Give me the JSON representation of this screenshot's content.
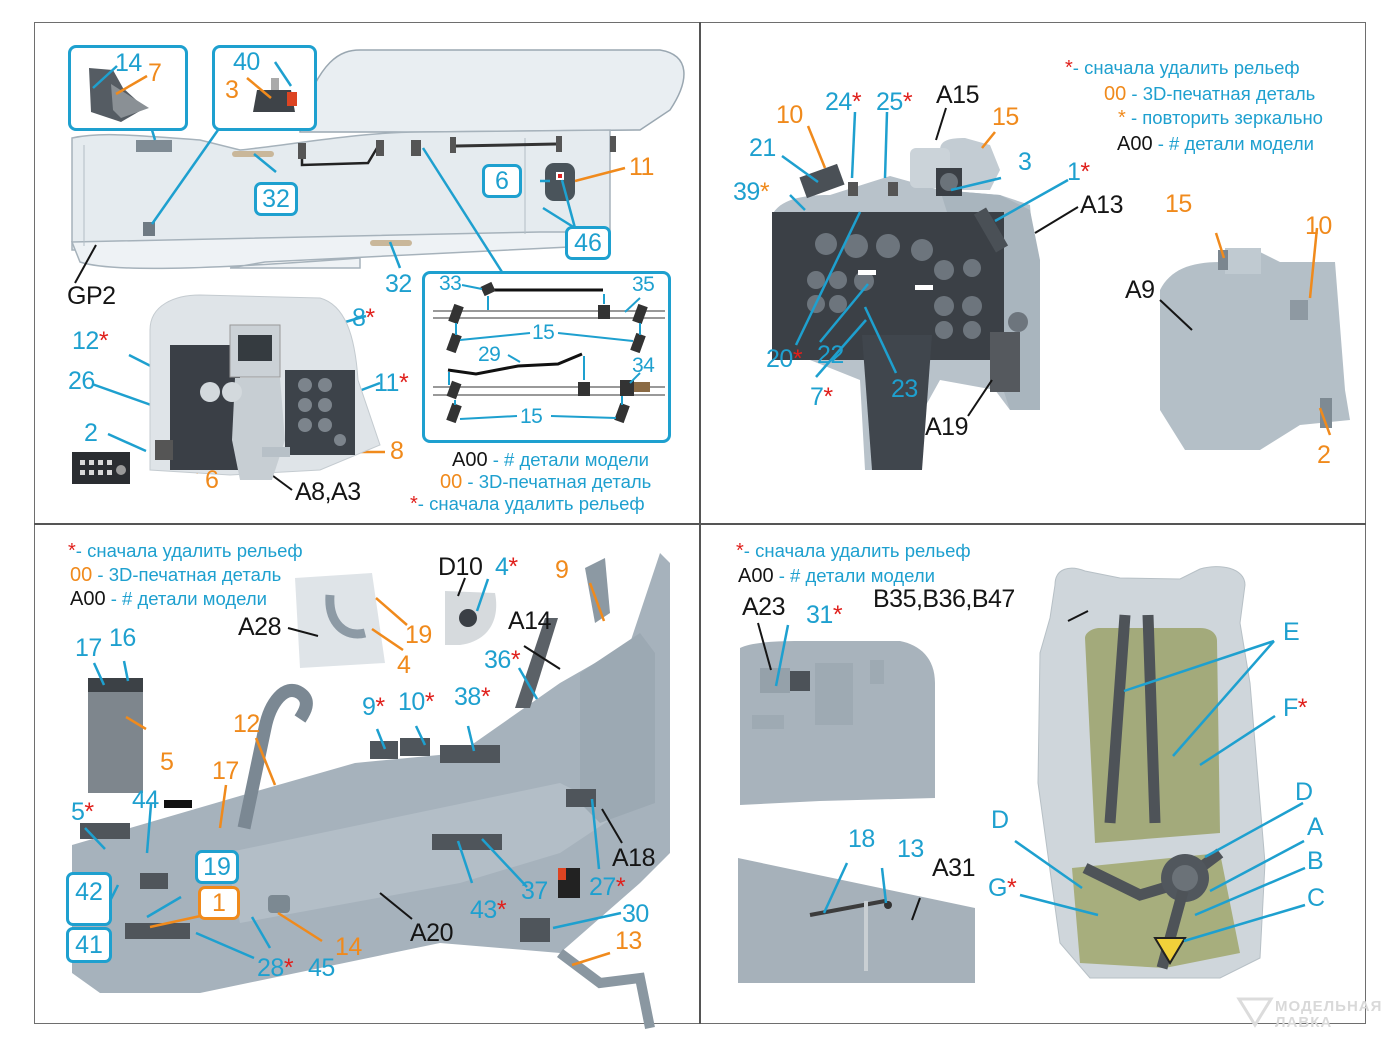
{
  "legend": {
    "remove_relief": "- сначала удалить рельеф",
    "printed_part_key": "00",
    "printed_part": "- 3D-печатная деталь",
    "mirror": "- повторить зеркально",
    "model_part_key": "A00",
    "model_part": "- # детали модели",
    "star": "*"
  },
  "colors": {
    "callout_blue": "#1ea0cf",
    "printed_orange": "#f08a1c",
    "star_red": "#e0201c",
    "model_black": "#151515",
    "resin_grey": "#a9b6c0"
  },
  "panel1": {
    "inset1": {
      "labels": [
        "14",
        "7"
      ]
    },
    "inset2": {
      "labels": [
        "40",
        "3"
      ]
    },
    "canopy_labels": {
      "box32": "32",
      "box6": "6",
      "label11": "11",
      "box46": "46",
      "gp2": "GP2",
      "label32b": "32"
    },
    "detail_inset": {
      "labels": [
        "33",
        "35",
        "15",
        "29",
        "34",
        "15"
      ]
    },
    "dash_labels": {
      "l8s": "8",
      "l12": "12",
      "l26": "26",
      "l11": "11",
      "l2": "2",
      "l6": "6",
      "l8": "8",
      "a8a3": "A8,A3"
    }
  },
  "panel2": {
    "labels": {
      "l24": "24",
      "l25": "25",
      "a15": "A15",
      "l10": "10",
      "l15": "15",
      "l21": "21",
      "l3": "3",
      "l1": "1",
      "l39": "39",
      "a13": "A13",
      "l20": "20",
      "l22": "22",
      "l7": "7",
      "l23": "23",
      "a19": "A19",
      "r15": "15",
      "r10": "10",
      "a9": "A9",
      "r2": "2"
    }
  },
  "panel3": {
    "labels": {
      "d10": "D10",
      "l4s": "4",
      "l9o": "9",
      "a28": "A28",
      "l19o": "19",
      "l4o": "4",
      "a14": "A14",
      "l17b": "17",
      "l16": "16",
      "l36": "36",
      "l5o": "5",
      "l12o": "12",
      "l9": "9",
      "l10": "10",
      "l38": "38",
      "l17o": "17",
      "l44": "44",
      "l5s": "5",
      "box42": "42",
      "box19": "19",
      "box1": "1",
      "box41": "41",
      "a18": "A18",
      "l43": "43",
      "l37": "37",
      "l27": "27",
      "a20": "A20",
      "l30": "30",
      "l13o": "13",
      "l14o": "14",
      "l28": "28",
      "l45": "45"
    }
  },
  "panel4": {
    "labels": {
      "a23": "A23",
      "l31": "31",
      "b35": "B35,B36,B47",
      "e": "E",
      "f": "F",
      "d1": "D",
      "d2": "D",
      "a": "A",
      "b": "B",
      "c": "C",
      "g": "G",
      "l18": "18",
      "l13": "13",
      "a31": "A31"
    }
  },
  "watermark": {
    "line1": "МОДЕЛЬНАЯ",
    "line2": "ЛАВКА"
  }
}
